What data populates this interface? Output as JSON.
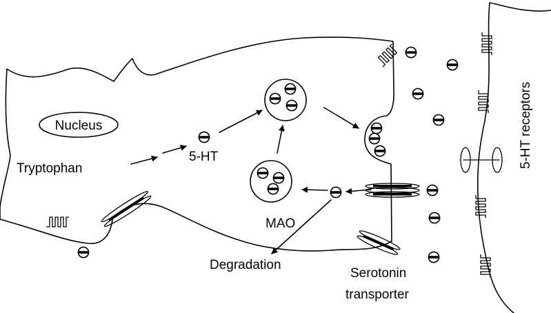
{
  "labels": {
    "nucleus": "Nucleus",
    "tryptophan": "Tryptophan",
    "five_ht": "5-HT",
    "mao": "MAO",
    "degradation": "Degradation",
    "serotonin_transporter_line1": "Serotonin",
    "serotonin_transporter_line2": "transporter",
    "receptors": "5-HT receptors"
  },
  "colors": {
    "ink": "#000000",
    "background": "#ffffff"
  },
  "icons": {
    "serotonin_molecule": "circle-with-bar-icon"
  }
}
